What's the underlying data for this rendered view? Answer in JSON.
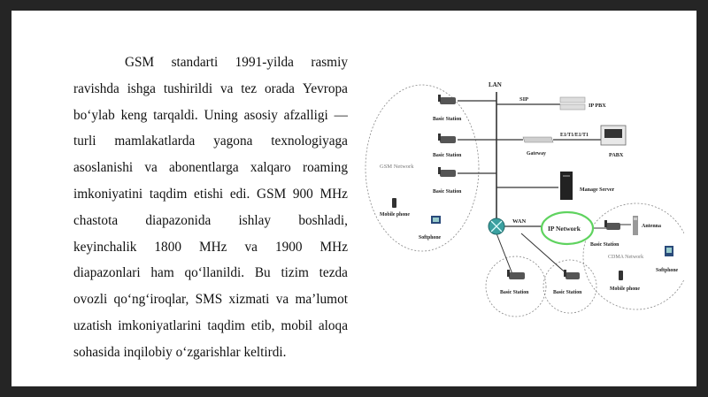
{
  "paragraph_lines": [
    [
      "GSM",
      "standarti",
      "1991-yilda",
      "rasmiy"
    ],
    [
      "ravishda",
      "ishga",
      "tushirildi",
      "va",
      "tez",
      "orada",
      "Yevropa"
    ],
    [
      "bo‘ylab",
      "keng",
      "tarqaldi.",
      "Uning",
      "asosiy",
      "afzalligi",
      "—"
    ],
    [
      "turli",
      "mamlakatlarda",
      "yagona",
      "texnologiyaga"
    ],
    [
      "asoslanishi",
      "va",
      "abonentlarga",
      "xalqaro",
      "roaming"
    ],
    [
      "imkoniyatini",
      "taqdim",
      "etishi",
      "edi.",
      "GSM",
      "900",
      "MHz"
    ],
    [
      "chastota",
      "diapazonida",
      "ishlay",
      "boshladi,"
    ],
    [
      "keyinchalik",
      "1800",
      "MHz",
      "va",
      "1900",
      "MHz"
    ],
    [
      "diapazonlari",
      "ham",
      "qo‘llanildi.",
      "Bu",
      "tizim",
      "tezda"
    ],
    [
      "ovozli",
      "qo‘ng‘iroqlar,",
      "SMS",
      "xizmati",
      "va",
      "ma’lumot"
    ],
    [
      "uzatish",
      "imkoniyatlarini",
      "taqdim",
      "etib,",
      "mobil",
      "aloqa"
    ],
    [
      "sohasida inqilobiy o‘zgarishlar keltirdi."
    ]
  ],
  "diagram": {
    "lan_label": "LAN",
    "wan_label": "WAN",
    "sip_label": "SIP",
    "e1_label": "E1/T1/E1/T1",
    "ippbx_label": "IP PBX",
    "gateway_label": "Gateway",
    "pabx_label": "PABX",
    "manage_server_label": "Manage Server",
    "ip_network_label": "IP Network",
    "gsm_network_label": "GSM Network",
    "cdma_network_label": "CDMA Network",
    "antenna_label": "Antenna",
    "basic_station_label": "Basic Station",
    "mobile_phone_label": "Mobile phone",
    "softphone_label": "Softphone"
  },
  "colors": {
    "ip_network_ring": "#5fd35f",
    "router": "#3aa0a0"
  }
}
